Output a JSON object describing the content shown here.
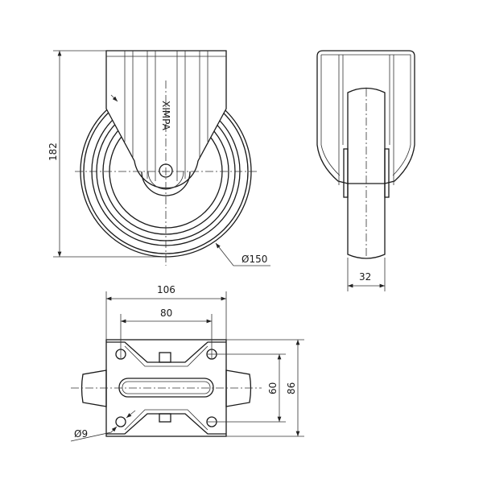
{
  "drawing": {
    "front_view": {
      "height_label": "182",
      "diameter_label": "Ø150",
      "logo_text": "XIMPA"
    },
    "side_view": {
      "width_label": "32"
    },
    "top_view": {
      "plate_width_label": "106",
      "hole_spacing_x_label": "80",
      "hole_spacing_y_label": "60",
      "plate_depth_label": "86",
      "hole_diameter_label": "Ø9"
    }
  }
}
